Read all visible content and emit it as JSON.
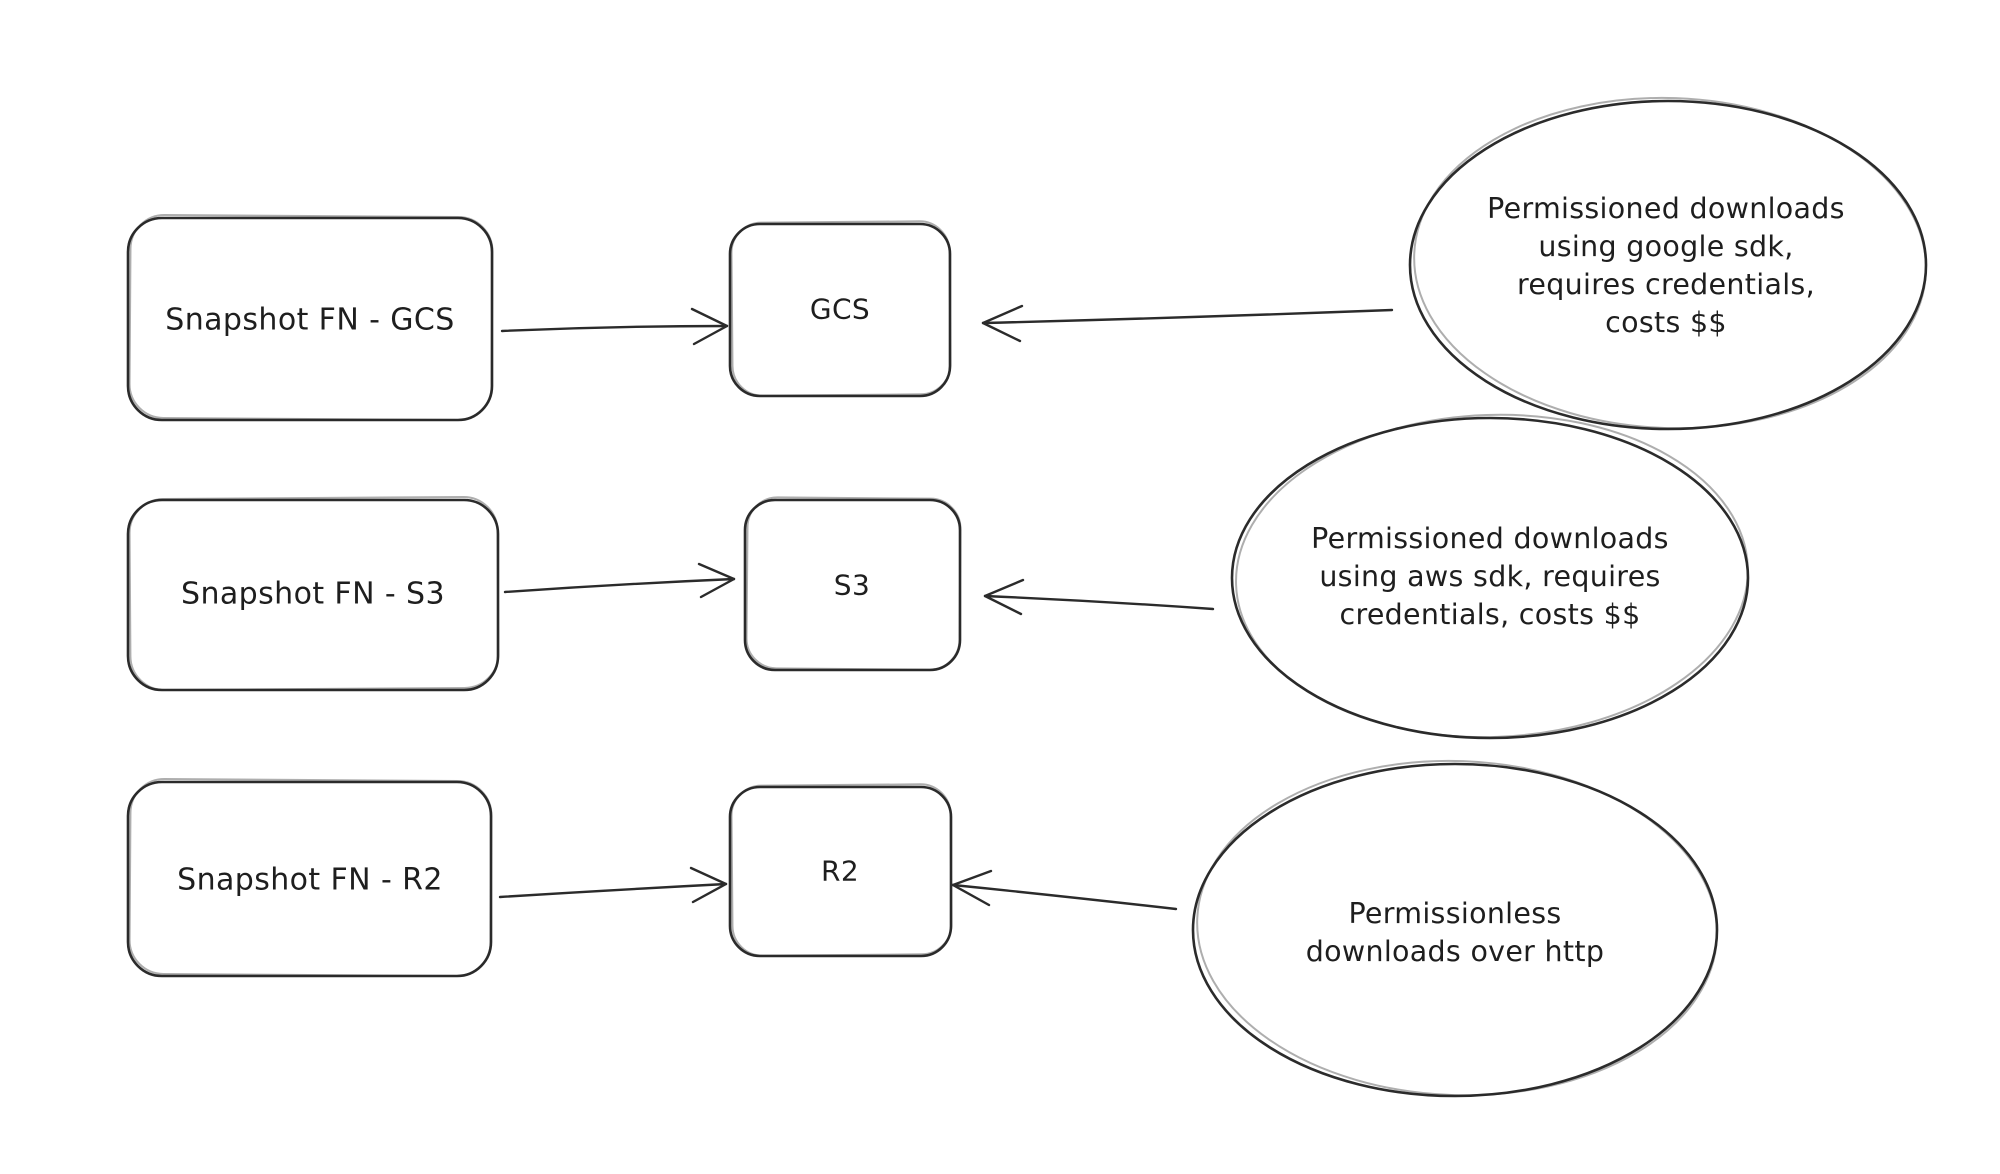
{
  "canvas": {
    "background": "#ffffff",
    "stroke_color": "#2b2b2b",
    "text_color": "#1e1e1e"
  },
  "diagram": {
    "rows": [
      {
        "source": {
          "label": "Snapshot FN - GCS"
        },
        "target": {
          "label": "GCS"
        },
        "note": {
          "lines": [
            "Permissioned downloads",
            "using google sdk,",
            "requires credentials,",
            "costs $$"
          ]
        }
      },
      {
        "source": {
          "label": "Snapshot FN - S3"
        },
        "target": {
          "label": "S3"
        },
        "note": {
          "lines": [
            "Permissioned downloads",
            "using aws sdk, requires",
            "credentials, costs $$"
          ]
        }
      },
      {
        "source": {
          "label": "Snapshot FN - R2"
        },
        "target": {
          "label": "R2"
        },
        "note": {
          "lines": [
            "Permissionless",
            "downloads over http"
          ]
        }
      }
    ]
  }
}
